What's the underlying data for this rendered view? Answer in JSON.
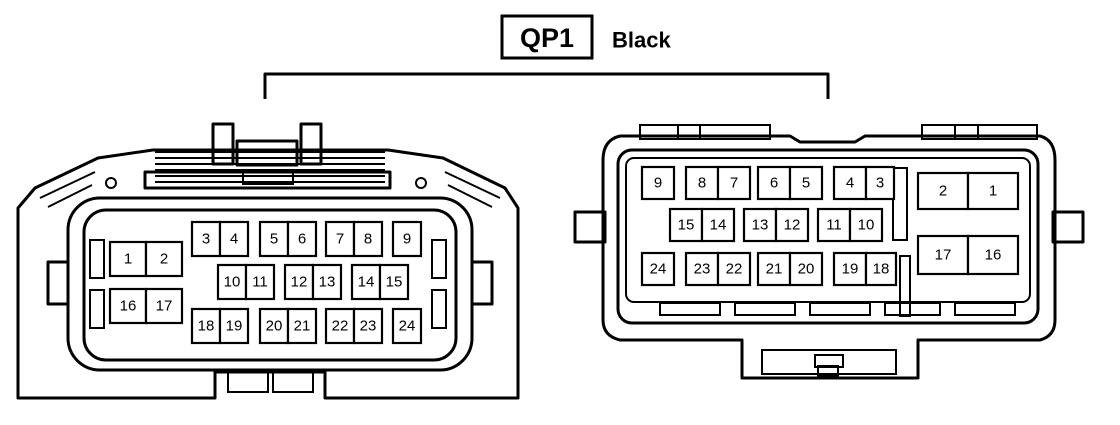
{
  "title": {
    "code": "QP1",
    "color_label": "Black"
  },
  "connector_left": {
    "pins": [
      {
        "label": "1"
      },
      {
        "label": "2"
      },
      {
        "label": "3"
      },
      {
        "label": "4"
      },
      {
        "label": "5"
      },
      {
        "label": "6"
      },
      {
        "label": "7"
      },
      {
        "label": "8"
      },
      {
        "label": "9"
      },
      {
        "label": "10"
      },
      {
        "label": "11"
      },
      {
        "label": "12"
      },
      {
        "label": "13"
      },
      {
        "label": "14"
      },
      {
        "label": "15"
      },
      {
        "label": "16"
      },
      {
        "label": "17"
      },
      {
        "label": "18"
      },
      {
        "label": "19"
      },
      {
        "label": "20"
      },
      {
        "label": "21"
      },
      {
        "label": "22"
      },
      {
        "label": "23"
      },
      {
        "label": "24"
      }
    ]
  },
  "connector_right": {
    "pins": [
      {
        "label": "1"
      },
      {
        "label": "2"
      },
      {
        "label": "3"
      },
      {
        "label": "4"
      },
      {
        "label": "5"
      },
      {
        "label": "6"
      },
      {
        "label": "7"
      },
      {
        "label": "8"
      },
      {
        "label": "9"
      },
      {
        "label": "10"
      },
      {
        "label": "11"
      },
      {
        "label": "12"
      },
      {
        "label": "13"
      },
      {
        "label": "14"
      },
      {
        "label": "15"
      },
      {
        "label": "16"
      },
      {
        "label": "17"
      },
      {
        "label": "18"
      },
      {
        "label": "19"
      },
      {
        "label": "20"
      },
      {
        "label": "21"
      },
      {
        "label": "22"
      },
      {
        "label": "23"
      },
      {
        "label": "24"
      }
    ]
  },
  "colors": {
    "line": "#000000",
    "background": "#ffffff"
  }
}
